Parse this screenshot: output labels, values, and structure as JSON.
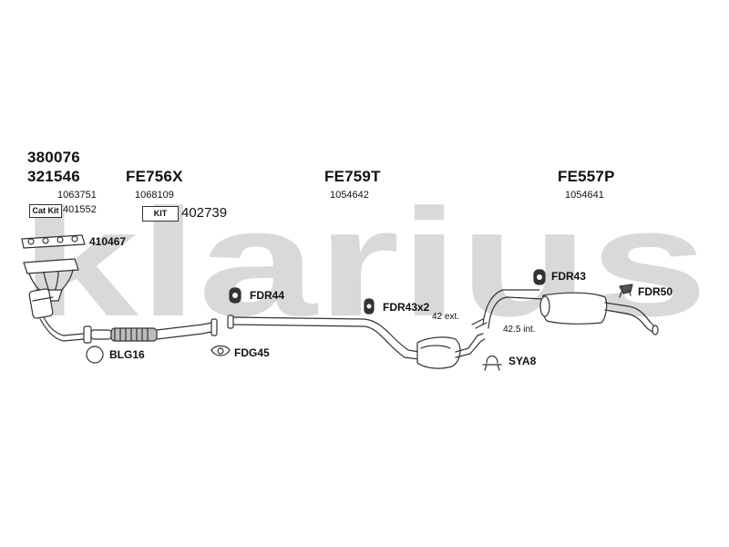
{
  "watermark": {
    "text": "klarius",
    "color": "#d9d9d9"
  },
  "sections": {
    "front": {
      "codes": [
        "380076",
        "321546"
      ],
      "ref": "1063751"
    },
    "pipe1": {
      "code": "FE756X",
      "ref": "1068109"
    },
    "center": {
      "code": "FE759T",
      "ref": "1054642"
    },
    "rear": {
      "code": "FE557P",
      "ref": "1054641"
    }
  },
  "kits": {
    "cat_kit": {
      "badge": "Cat Kit",
      "number": "401552"
    },
    "kit": {
      "badge": "KIT",
      "number": "402739"
    }
  },
  "parts": {
    "manifold_gasket": "410467",
    "blg16": "BLG16",
    "fdg45": "FDG45",
    "fdr44": "FDR44",
    "fdr43x2": "FDR43x2",
    "fdr43": "FDR43",
    "fdr50": "FDR50",
    "sya8": "SYA8"
  },
  "notes": {
    "ext": "42 ext.",
    "int": "42.5 int."
  },
  "colors": {
    "line": "#333333",
    "fill": "#ffffff",
    "shade": "#bdbdbd"
  }
}
